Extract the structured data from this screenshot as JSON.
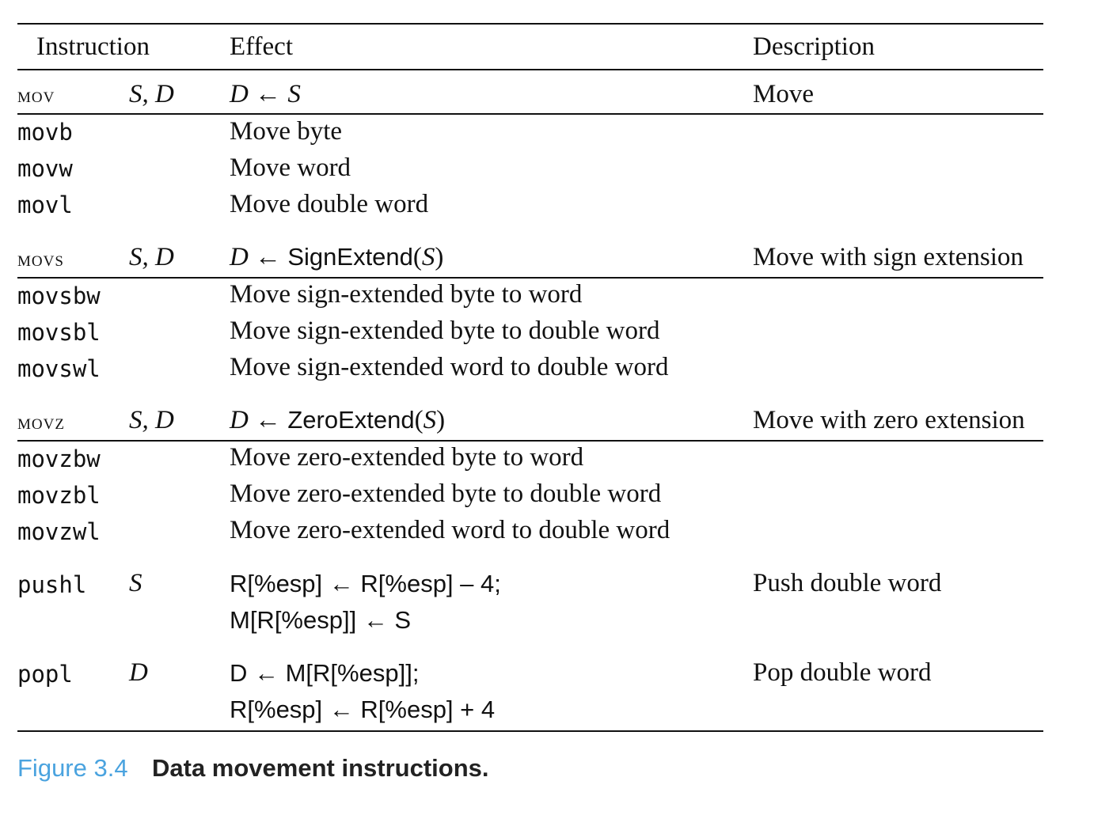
{
  "header": {
    "instruction": "Instruction",
    "effect": "Effect",
    "description": "Description"
  },
  "groups": [
    {
      "class_name": "mov",
      "operands": "S, D",
      "effect": "D ← S",
      "description": "Move",
      "rows": [
        {
          "instr": "movb",
          "desc": "Move byte"
        },
        {
          "instr": "movw",
          "desc": "Move word"
        },
        {
          "instr": "movl",
          "desc": "Move double word"
        }
      ]
    },
    {
      "class_name": "movs",
      "operands": "S, D",
      "effect_pre": "D ←",
      "effect_func": "SignExtend",
      "effect_arg": "S",
      "description": "Move with sign extension",
      "rows": [
        {
          "instr": "movsbw",
          "desc": "Move sign-extended byte to word"
        },
        {
          "instr": "movsbl",
          "desc": "Move sign-extended byte to double word"
        },
        {
          "instr": "movswl",
          "desc": "Move sign-extended word to double word"
        }
      ]
    },
    {
      "class_name": "movz",
      "operands": "S, D",
      "effect_pre": "D ←",
      "effect_func": "ZeroExtend",
      "effect_arg": "S",
      "description": "Move with zero extension",
      "rows": [
        {
          "instr": "movzbw",
          "desc": "Move zero-extended byte to word"
        },
        {
          "instr": "movzbl",
          "desc": "Move zero-extended byte to double word"
        },
        {
          "instr": "movzwl",
          "desc": "Move zero-extended word to double word"
        }
      ]
    }
  ],
  "pushl": {
    "instr": "pushl",
    "operands": "S",
    "line1": "R[%esp] ← R[%esp] – 4;",
    "line2": "M[R[%esp]] ← S",
    "description": "Push double word"
  },
  "popl": {
    "instr": "popl",
    "operands": "D",
    "line1": "D ← M[R[%esp]];",
    "line2": "R[%esp] ← R[%esp] + 4",
    "description": "Pop double word"
  },
  "caption": {
    "label": "Figure 3.4",
    "title": "Data movement instructions."
  }
}
